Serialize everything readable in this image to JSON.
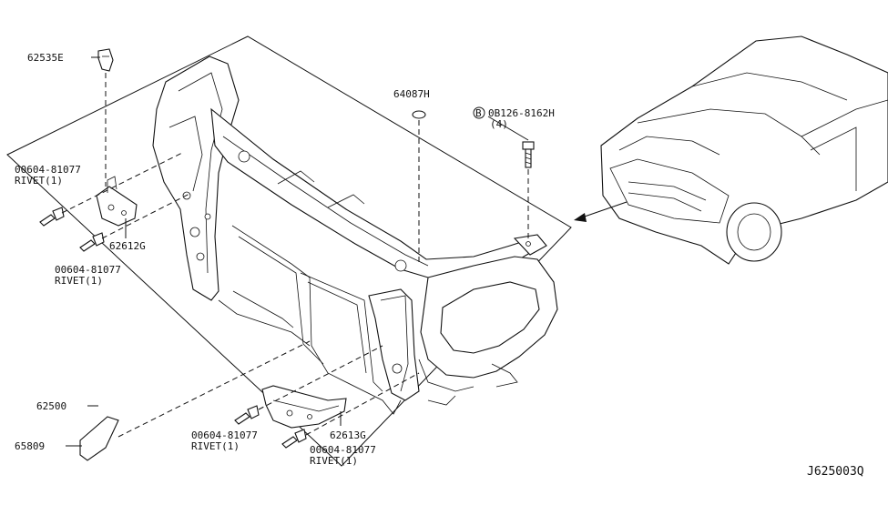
{
  "parts": [
    {
      "id": "p62535e",
      "number": "62535E"
    },
    {
      "id": "p64087h",
      "number": "64087H"
    },
    {
      "id": "pbolt",
      "marker": "B",
      "number": "0B126-8162H",
      "qty": "(4)"
    },
    {
      "id": "rivet1",
      "number": "00604-81077",
      "desc": "RIVET(1)"
    },
    {
      "id": "p62612g",
      "number": "62612G"
    },
    {
      "id": "rivet2",
      "number": "00604-81077",
      "desc": "RIVET(1)"
    },
    {
      "id": "p62500",
      "number": "62500"
    },
    {
      "id": "p65809",
      "number": "65809"
    },
    {
      "id": "rivet3",
      "number": "00604-81077",
      "desc": "RIVET(1)"
    },
    {
      "id": "p62613g",
      "number": "62613G"
    },
    {
      "id": "rivet4",
      "number": "00604-81077",
      "desc": "RIVET(1)"
    }
  ],
  "diagram_code": "J625003Q"
}
